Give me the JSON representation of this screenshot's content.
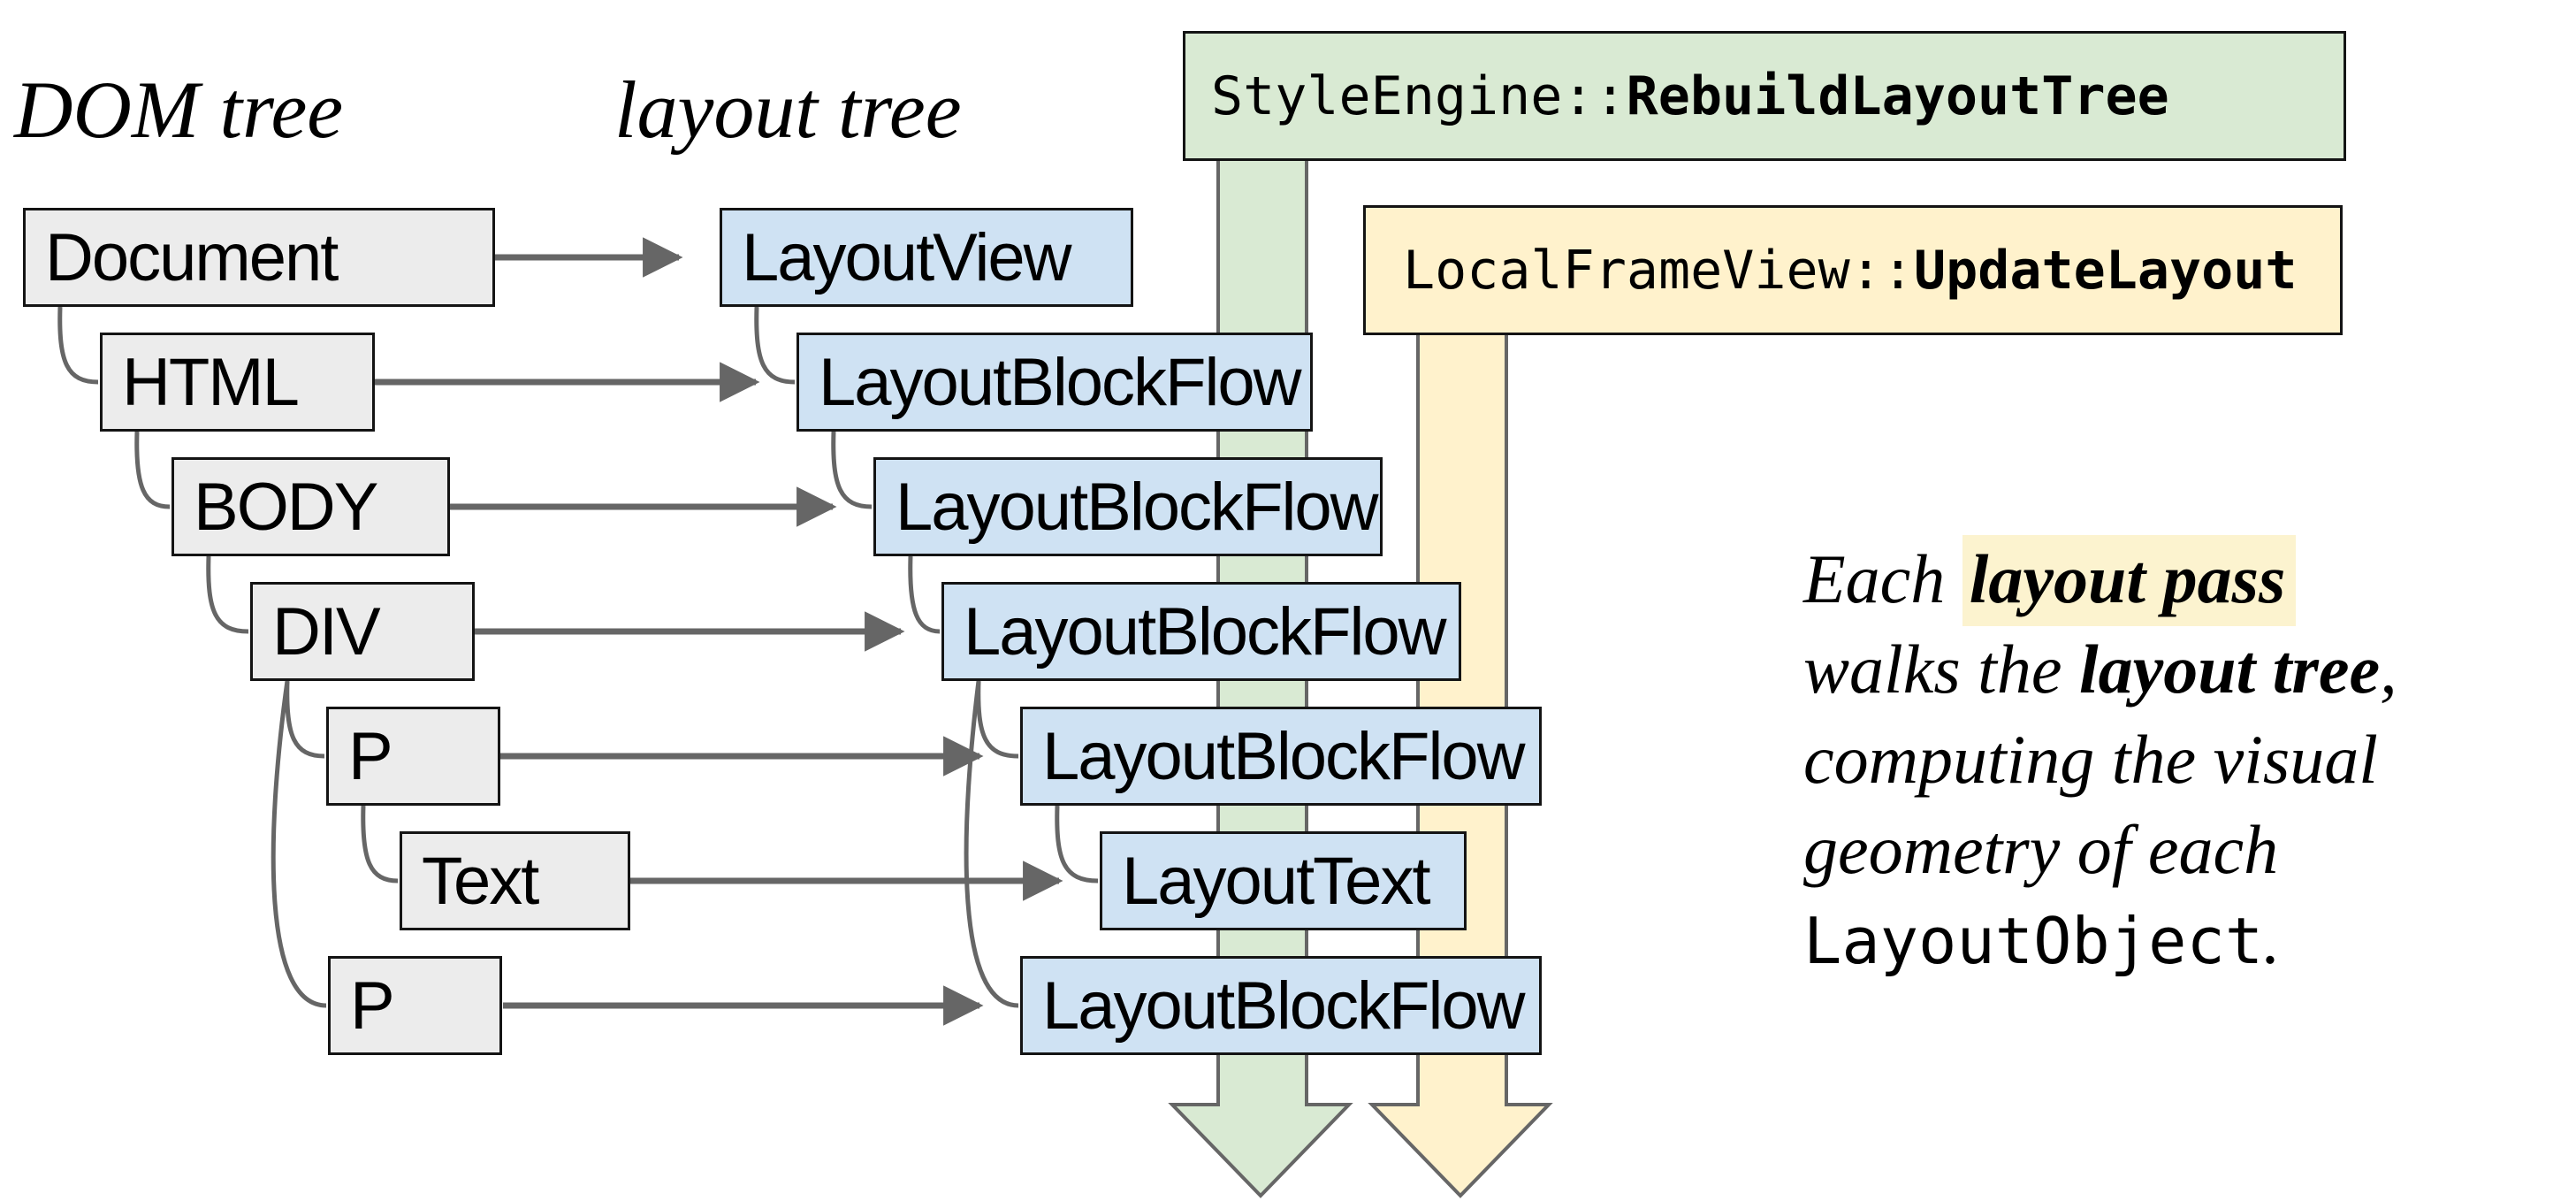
{
  "titles": {
    "dom_tree": "DOM tree",
    "layout_tree": "layout tree"
  },
  "banners": {
    "rebuild": {
      "prefix": "StyleEngine::",
      "method": "RebuildLayoutTree"
    },
    "update": {
      "prefix": "LocalFrameView::",
      "method": "UpdateLayout"
    }
  },
  "dom_nodes": [
    {
      "label": "Document"
    },
    {
      "label": "HTML"
    },
    {
      "label": "BODY"
    },
    {
      "label": "DIV"
    },
    {
      "label": "P"
    },
    {
      "label": "Text"
    },
    {
      "label": "P"
    }
  ],
  "layout_nodes": [
    {
      "label": "LayoutView"
    },
    {
      "label": "LayoutBlockFlow"
    },
    {
      "label": "LayoutBlockFlow"
    },
    {
      "label": "LayoutBlockFlow"
    },
    {
      "label": "LayoutBlockFlow"
    },
    {
      "label": "LayoutText"
    },
    {
      "label": "LayoutBlockFlow"
    }
  ],
  "caption": {
    "l1_pre": "Each ",
    "l1_highlight": "layout pass",
    "l2_pre": "walks the ",
    "l2_bold": "layout tree",
    "l2_post": ",",
    "l3": "computing the visual",
    "l4": "geometry of each",
    "l5_code": "LayoutObject",
    "l5_post": "."
  },
  "colors": {
    "dom_box_fill": "#ececec",
    "layout_box_fill": "#cfe2f3",
    "rebuild_fill": "#d9ead3",
    "update_fill": "#fff2cc",
    "highlight": "#fcf3cf",
    "box_border": "#141414",
    "connector": "#666666",
    "shaft_border": "#666666"
  }
}
